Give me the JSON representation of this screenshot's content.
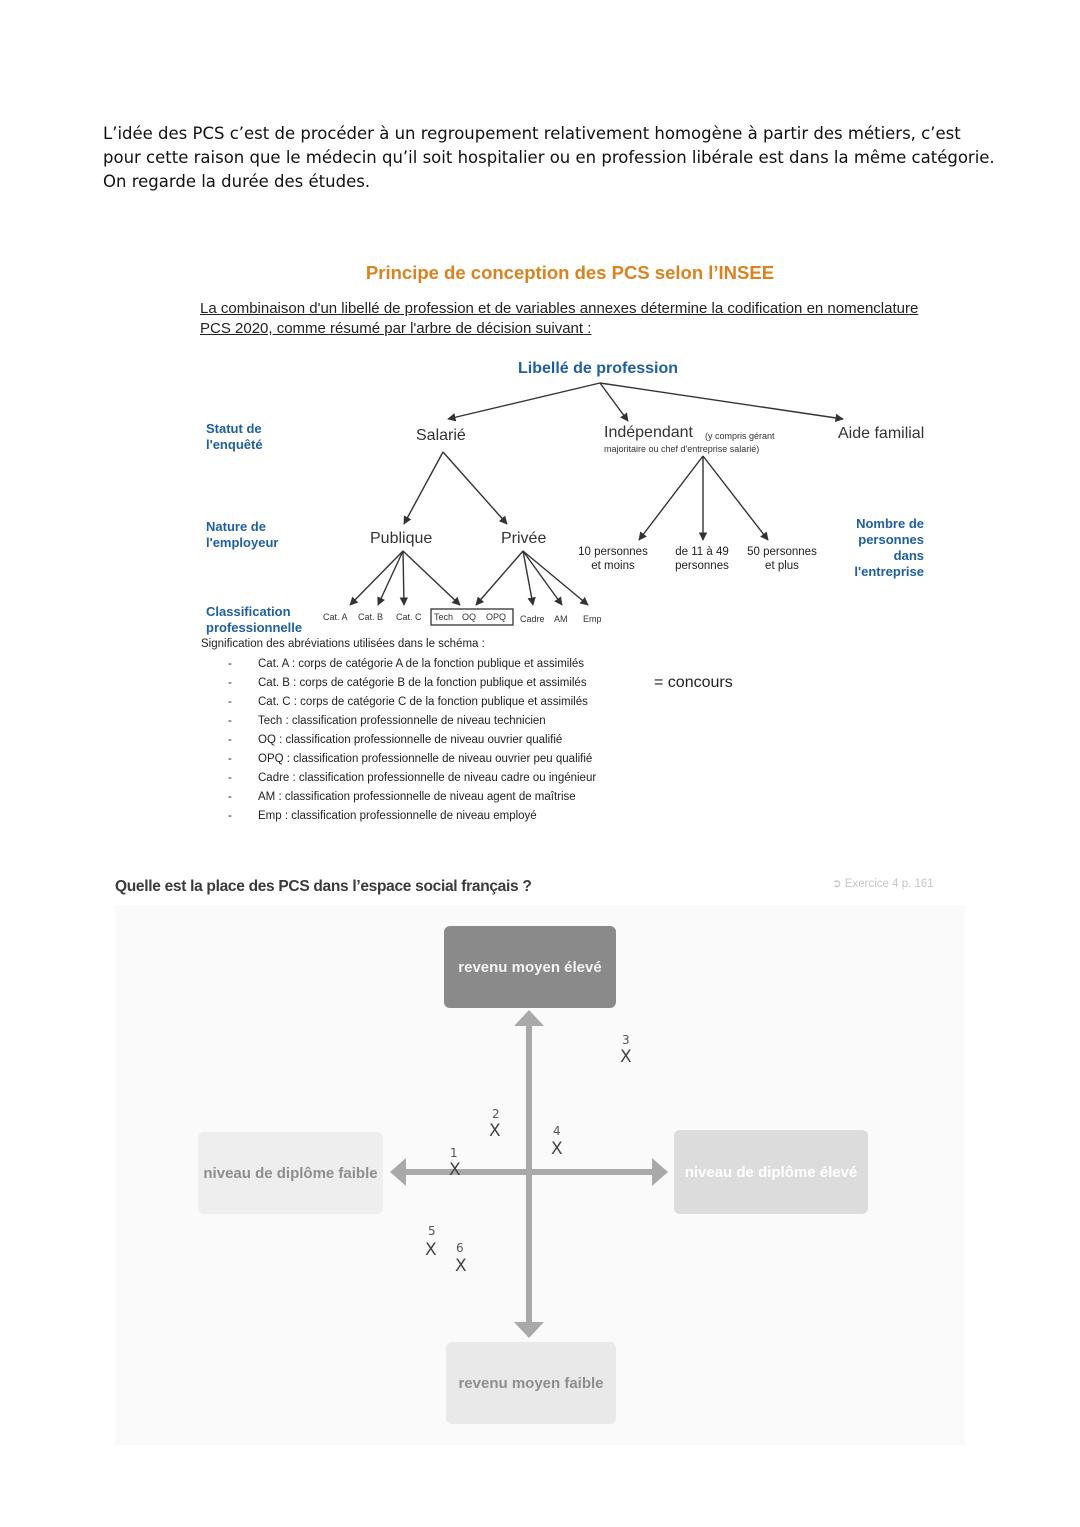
{
  "intro": "L’idée des PCS c’est de procéder à un regroupement relativement homogène à partir des métiers, c’est pour cette raison que le médecin qu’il soit hospitalier ou en profession libérale est dans la même catégorie. On regarde la durée des études.",
  "tree": {
    "title": "Principe de conception des PCS selon l’INSEE",
    "lead": "La combinaison d'un libellé de profession et de variables annexes détermine la codification en nomenclature PCS 2020, comme résumé par l'arbre de décision suivant :",
    "root": "Libellé de profession",
    "left_labels": {
      "statut": [
        "Statut de",
        "l'enquêté"
      ],
      "nature": [
        "Nature de",
        "l'employeur"
      ],
      "classification": [
        "Classification",
        "professionnelle"
      ]
    },
    "right_label": [
      "Nombre de",
      "personnes",
      "dans",
      "l'entreprise"
    ],
    "level1": {
      "salarie": "Salarié",
      "independant": "Indépendant",
      "independant_note_1": "(y compris gérant",
      "independant_note_2": "majoritaire ou chef d'entreprise salarié)",
      "aide": "Aide familial"
    },
    "level2": {
      "publique": "Publique",
      "privee": "Privée"
    },
    "sizes": [
      [
        "10 personnes",
        "et moins"
      ],
      [
        "de 11 à 49",
        "personnes"
      ],
      [
        "50 personnes",
        "et plus"
      ]
    ],
    "leaves": {
      "cat_a": "Cat. A",
      "cat_b": "Cat. B",
      "cat_c": "Cat. C",
      "tech": "Tech",
      "oq": "OQ",
      "opq": "OPQ",
      "cadre": "Cadre",
      "am": "AM",
      "emp": "Emp"
    }
  },
  "legend": {
    "title": "Signification des abréviations utilisées dans le schéma :",
    "items": [
      "Cat. A : corps de catégorie A de la fonction publique et assimilés",
      "Cat. B : corps de catégorie B de la fonction publique et assimilés",
      "Cat. C : corps de catégorie C de la fonction publique et assimilés",
      "Tech : classification professionnelle de niveau technicien",
      "OQ : classification professionnelle de niveau ouvrier qualifié",
      "OPQ : classification professionnelle de niveau ouvrier peu qualifié",
      "Cadre : classification professionnelle de niveau cadre ou ingénieur",
      "AM : classification professionnelle de niveau agent de maîtrise",
      "Emp : classification professionnelle de niveau employé"
    ],
    "annotation": "= concours"
  },
  "space": {
    "question": "Quelle est la place des PCS dans l’espace social français ?",
    "exercise": "Exercice 4 p. 161",
    "top": "revenu moyen élevé",
    "bottom": "revenu moyen faible",
    "left": "niveau de diplôme faible",
    "right": "niveau de diplôme élevé",
    "marks": [
      {
        "label": "1"
      },
      {
        "label": "2"
      },
      {
        "label": "3"
      },
      {
        "label": "4"
      },
      {
        "label": "5"
      },
      {
        "label": "6"
      }
    ],
    "mark_glyph": "X",
    "colors": {
      "top": "#8a8a8a",
      "right": "#dcdcdc",
      "left": "#eeeeee",
      "bottom": "#e9e9e9",
      "axis": "#a9a9a9"
    }
  }
}
